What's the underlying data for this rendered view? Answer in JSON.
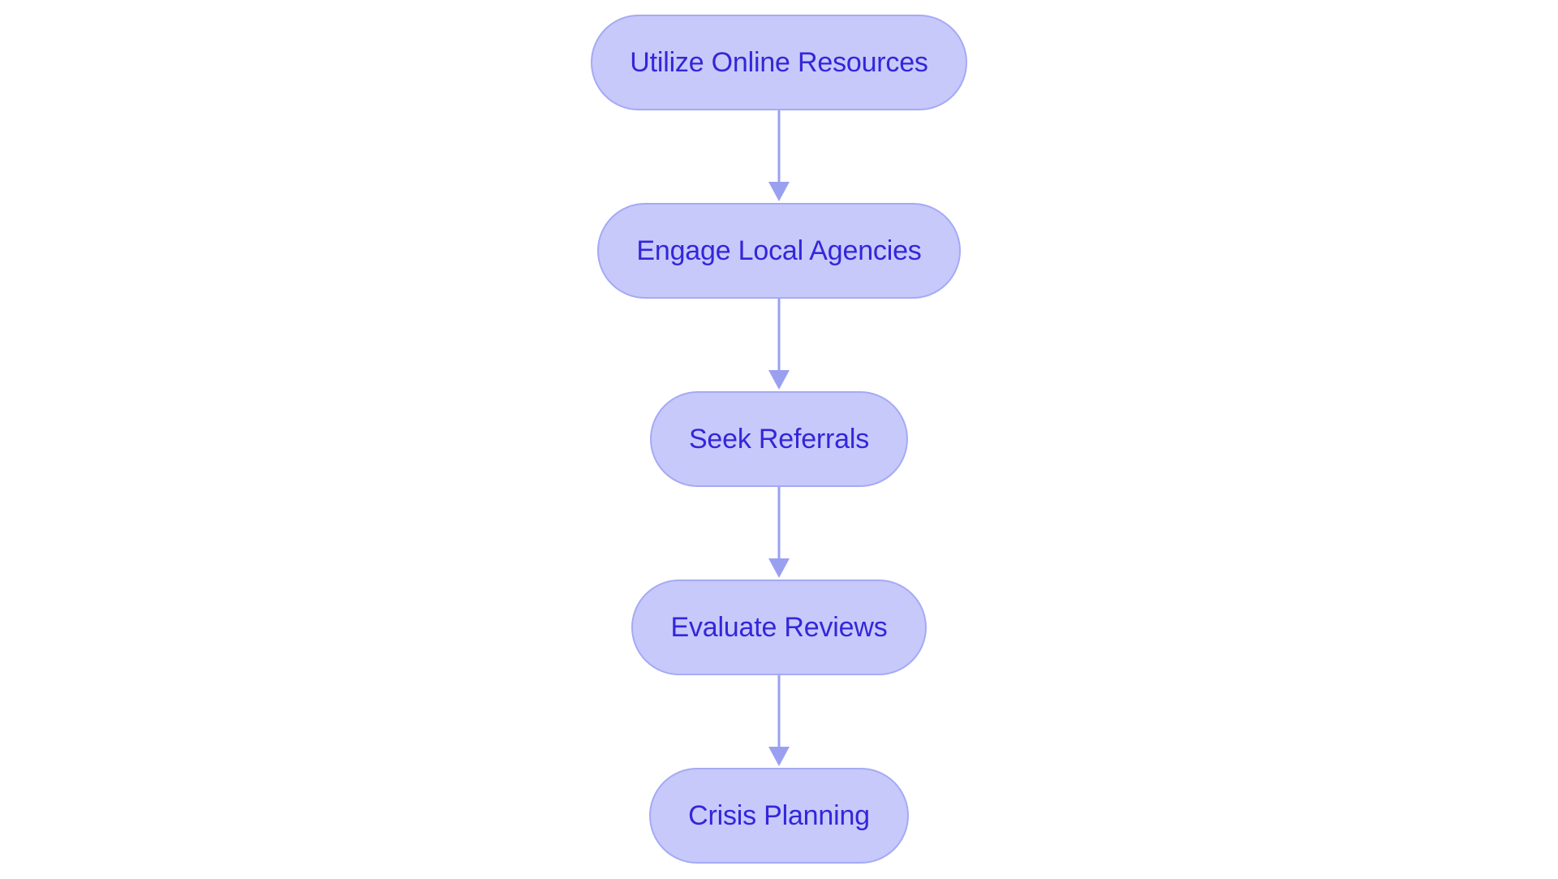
{
  "diagram": {
    "type": "flowchart",
    "orientation": "vertical-top-to-bottom",
    "background_color": "#FFFFFF",
    "node_fill_color": "#C7C9FB",
    "node_border_color": "#A5AAF5",
    "node_text_color": "#3326D9",
    "arrow_color": "#9AA0F0",
    "node_shape": "stadium",
    "nodes": [
      {
        "id": "utilize-online-resources",
        "label": "Utilize Online Resources"
      },
      {
        "id": "engage-local-agencies",
        "label": "Engage Local Agencies"
      },
      {
        "id": "seek-referrals",
        "label": "Seek Referrals"
      },
      {
        "id": "evaluate-reviews",
        "label": "Evaluate Reviews"
      },
      {
        "id": "crisis-planning",
        "label": "Crisis Planning"
      }
    ],
    "edges": [
      {
        "from": "utilize-online-resources",
        "to": "engage-local-agencies",
        "label": ""
      },
      {
        "from": "engage-local-agencies",
        "to": "seek-referrals",
        "label": ""
      },
      {
        "from": "seek-referrals",
        "to": "evaluate-reviews",
        "label": ""
      },
      {
        "from": "evaluate-reviews",
        "to": "crisis-planning",
        "label": ""
      }
    ]
  }
}
